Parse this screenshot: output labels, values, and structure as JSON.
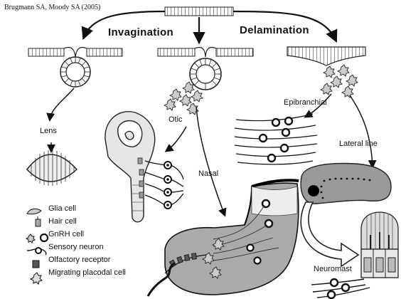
{
  "citation": "Brugmann SA, Moody SA (2005)",
  "processes": {
    "invagination": "Invagination",
    "delamination": "Delamination"
  },
  "structures": {
    "lens": "Lens",
    "otic": "Otic",
    "nasal": "Nasal",
    "epibranchial": "Epibranchial",
    "lateral_line": "Lateral line",
    "neuromast": "Neuromast"
  },
  "legend": [
    {
      "icon": "glia-cell-icon",
      "label": "Glia cell"
    },
    {
      "icon": "hair-cell-icon",
      "label": "Hair cell"
    },
    {
      "icon": "gnrh-cell-icon",
      "label": "GnRH cell"
    },
    {
      "icon": "sensory-neuron-icon",
      "label": "Sensory neuron"
    },
    {
      "icon": "olfactory-receptor-icon",
      "label": "Olfactory receptor"
    },
    {
      "icon": "migrating-placodal-cell-icon",
      "label": "Migrating placodal cell"
    }
  ]
}
